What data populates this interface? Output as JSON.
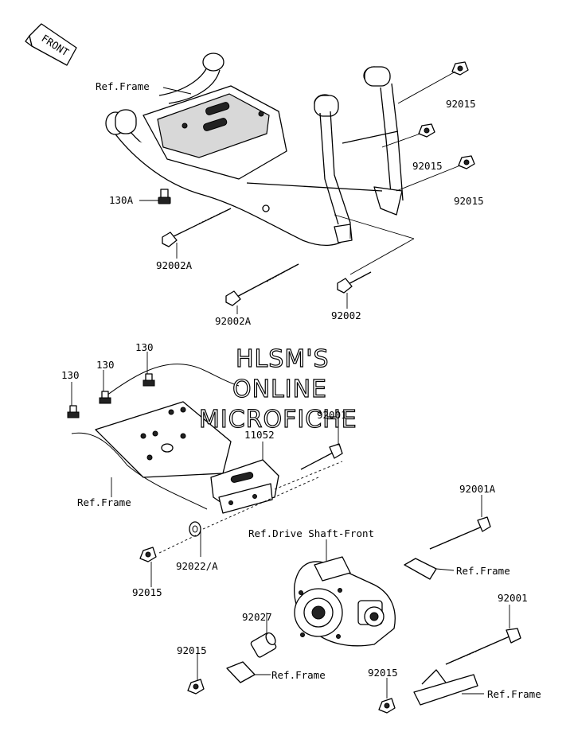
{
  "diagram": {
    "front_badge": "FRONT",
    "watermark": [
      "HLSM'S",
      "ONLINE",
      "MICROFICHE"
    ],
    "labels": {
      "ref_frame_top": "Ref.Frame",
      "p92015_a": "92015",
      "p92015_b": "92015",
      "p92015_c": "92015",
      "p130a": "130A",
      "p92002a_a": "92002A",
      "p92002a_b": "92002A",
      "p92002": "92002",
      "p130_a": "130",
      "p130_b": "130",
      "p130_c": "130",
      "p92001_a": "92001",
      "p11052": "11052",
      "ref_frame_mid": "Ref.Frame",
      "p92001a": "92001A",
      "ref_drive_shaft": "Ref.Drive Shaft-Front",
      "ref_frame_right": "Ref.Frame",
      "p92022a": "92022/A",
      "p92015_d": "92015",
      "p92027": "92027",
      "p92001_b": "92001",
      "p92015_e": "92015",
      "ref_frame_low": "Ref.Frame",
      "p92015_f": "92015",
      "ref_frame_bottom": "Ref.Frame"
    }
  }
}
